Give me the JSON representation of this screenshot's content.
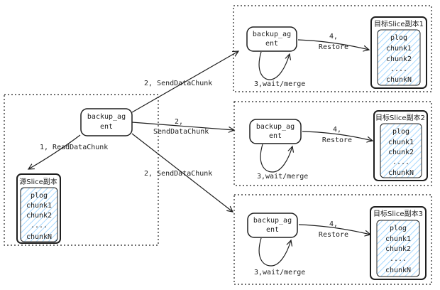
{
  "source": {
    "agent_line1": "backup_ag",
    "agent_line2": "ent",
    "replica_title": "源Slice副本",
    "chunks": [
      "plog",
      "chunk1",
      "chunk2",
      "....",
      "chunkN"
    ]
  },
  "read_label": "1, ReadDataChunk",
  "send_labels": [
    "2, SendDataChunk",
    "2,",
    "SendDataChunk",
    "2, SendDataChunk"
  ],
  "targets": [
    {
      "agent_line1": "backup_ag",
      "agent_line2": "ent",
      "loop_label": "3,wait/merge",
      "restore_line1": "4,",
      "restore_line2": "Restore",
      "replica_title": "目标Slice副本1",
      "chunks": [
        "plog",
        "chunk1",
        "chunk2",
        "....",
        "chunkN"
      ]
    },
    {
      "agent_line1": "backup_ag",
      "agent_line2": "ent",
      "loop_label": "3,wait/merge",
      "restore_line1": "4,",
      "restore_line2": "Restore",
      "replica_title": "目标Slice副本2",
      "chunks": [
        "plog",
        "chunk1",
        "chunk2",
        "....",
        "chunkN"
      ]
    },
    {
      "agent_line1": "backup_ag",
      "agent_line2": "ent",
      "loop_label": "3,wait/merge",
      "restore_line1": "4,",
      "restore_line2": "Restore",
      "replica_title": "目标Slice副本3",
      "chunks": [
        "plog",
        "chunk1",
        "chunk2",
        "....",
        "chunkN"
      ]
    }
  ]
}
